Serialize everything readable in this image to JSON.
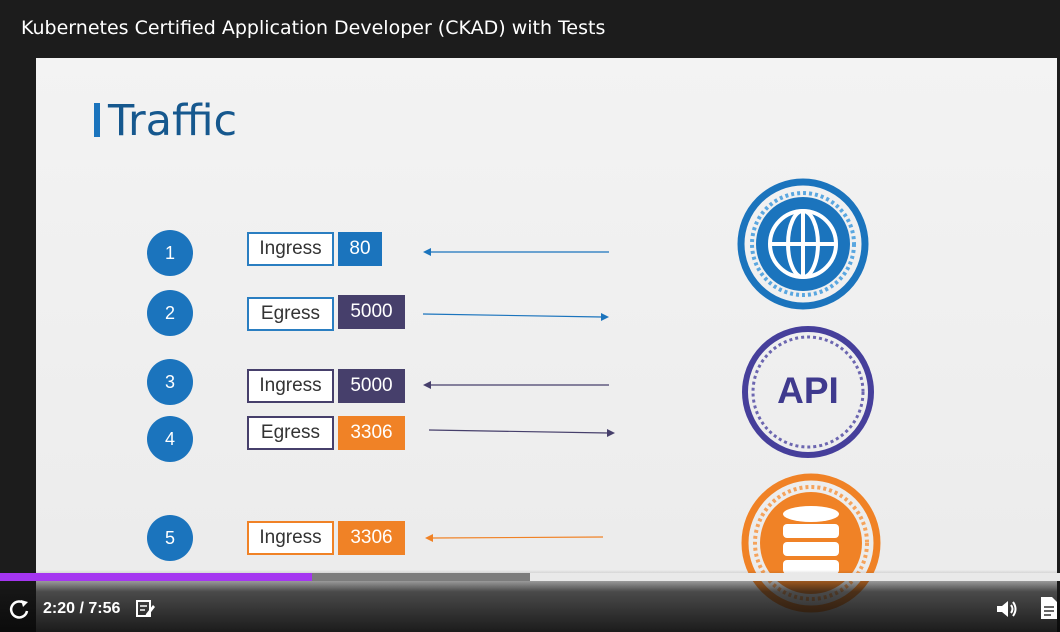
{
  "header": {
    "title": "Kubernetes Certified Application Developer (CKAD) with Tests"
  },
  "slide": {
    "title": "Traffic",
    "rules": [
      {
        "number": "1",
        "type": "Ingress",
        "port": "80"
      },
      {
        "number": "2",
        "type": "Egress",
        "port": "5000"
      },
      {
        "number": "3",
        "type": "Ingress",
        "port": "5000"
      },
      {
        "number": "4",
        "type": "Egress",
        "port": "3306"
      },
      {
        "number": "5",
        "type": "Ingress",
        "port": "3306"
      }
    ],
    "servers": {
      "web": {
        "icon": "globe-icon"
      },
      "api": {
        "icon": "api-icon",
        "label": "API"
      },
      "db": {
        "icon": "database-icon"
      }
    }
  },
  "player": {
    "time": "2:20 / 7:56",
    "progress_fraction": 0.294,
    "buffered_fraction": 0.5,
    "icons": {
      "replay": "replay-icon",
      "notes": "note-icon",
      "volume": "volume-icon",
      "transcript": "transcript-icon"
    }
  },
  "colors": {
    "blue": "#1b74bd",
    "purple": "#463f6b",
    "orange": "#f08226",
    "progress": "#a435f0"
  }
}
